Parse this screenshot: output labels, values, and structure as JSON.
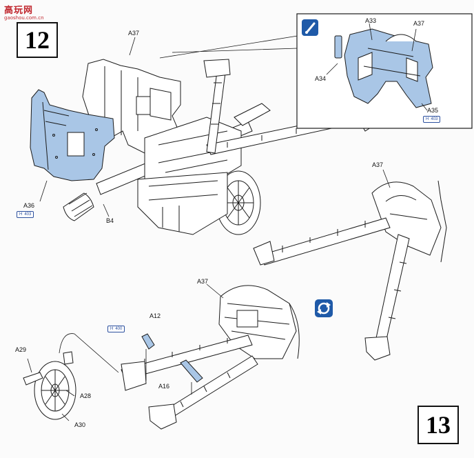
{
  "watermark": {
    "title": "高玩网",
    "url": "gaoshou.com.cn"
  },
  "steps": [
    "12",
    "13"
  ],
  "parts": {
    "a37_top": "A37",
    "a33": "A33",
    "a37_inset": "A37",
    "a34": "A34",
    "a35": "A35",
    "a36": "A36",
    "b4": "B4",
    "a37_right": "A37",
    "a37_bottom": "A37",
    "a12": "A12",
    "a16": "A16",
    "a29": "A29",
    "a28": "A28",
    "a30": "A30"
  },
  "refs": [
    {
      "prefix": "H",
      "page": "403"
    },
    {
      "prefix": "H",
      "page": "403"
    },
    {
      "prefix": "H",
      "page": "400"
    }
  ],
  "icons": [
    "glue-icon",
    "rotate-view-icon"
  ],
  "colors": {
    "highlight": "#a9c6e6",
    "line": "#1a1a1a",
    "ref_blue": "#2b4f9e",
    "icon_blue": "#1f5aa8"
  }
}
